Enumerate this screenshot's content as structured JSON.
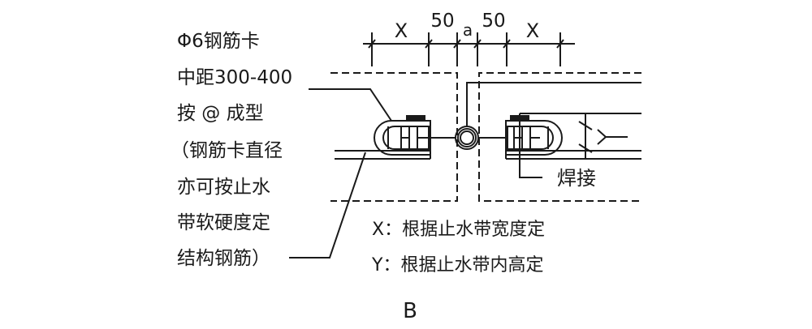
{
  "left_note": {
    "lines": [
      "Φ6钢筋卡",
      "中距300-400",
      "按 @ 成型",
      "（钢筋卡直径",
      "亦可按止水",
      "带软硬度定",
      "结构钢筋）"
    ]
  },
  "dimensions": {
    "x_left": "X",
    "fifty_left": "50",
    "gap": "a",
    "fifty_right": "50",
    "x_right": "X"
  },
  "weld_label": "焊接",
  "legend": {
    "x_note": "X：根据止水带宽度定",
    "y_note": "Y：根据止水带内高定"
  },
  "figure_label": "B",
  "colors": {
    "ink": "#1a1a1a",
    "background": "#ffffff"
  }
}
